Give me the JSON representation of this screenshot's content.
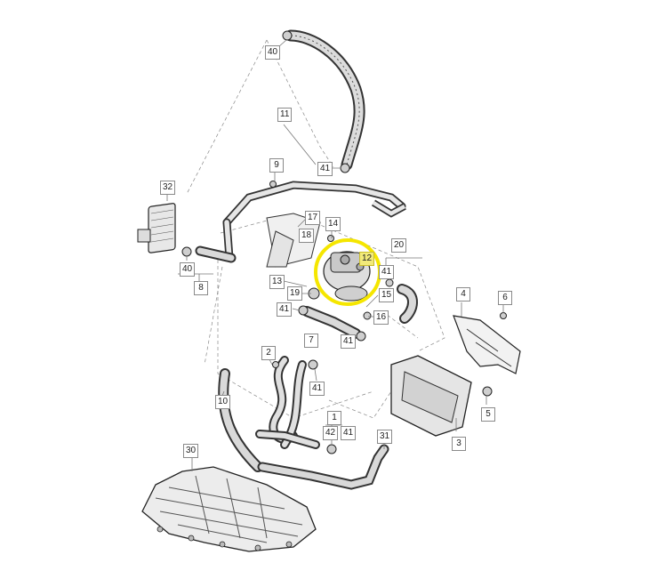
{
  "diagram": {
    "callouts": [
      "40",
      "11",
      "41",
      "9",
      "32",
      "17",
      "18",
      "14",
      "12",
      "20",
      "41",
      "13",
      "15",
      "19",
      "16",
      "4",
      "6",
      "41",
      "7",
      "41",
      "2",
      "41",
      "8",
      "40",
      "10",
      "1",
      "42",
      "41",
      "31",
      "30",
      "3",
      "5"
    ],
    "highlight": {
      "label": "12",
      "color": "#f5e600"
    },
    "colors": {
      "line": "#1f1f1f",
      "hose": "#444444",
      "hose_fill": "#d9d9d9",
      "part_fill": "#e8e8e8",
      "leader": "#777777"
    }
  }
}
